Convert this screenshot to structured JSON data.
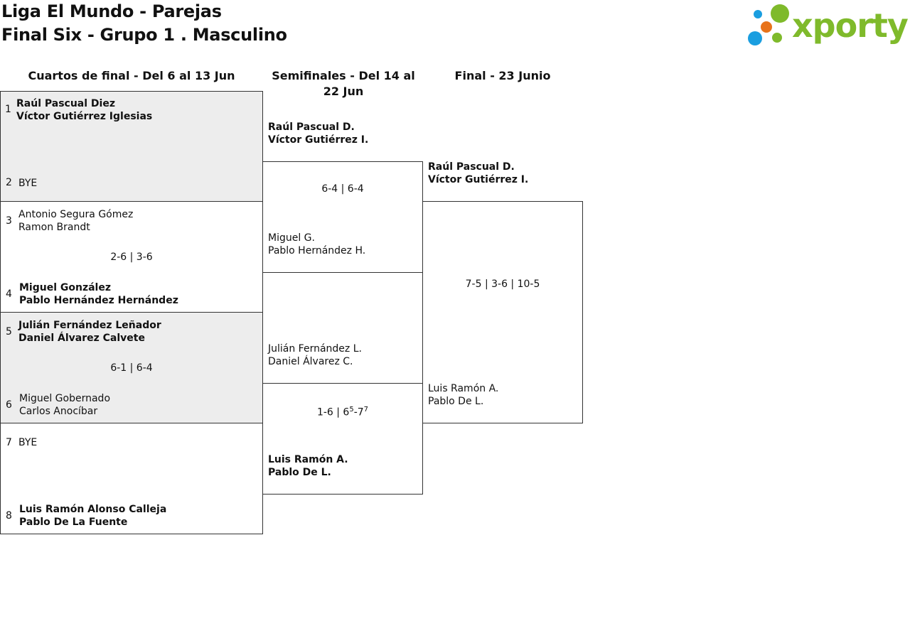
{
  "header": {
    "title_line1": "Liga El Mundo - Parejas",
    "title_line2": "Final Six - Grupo 1 . Masculino",
    "logo_text": "xporty"
  },
  "colors": {
    "brand_green": "#7fba2b",
    "dot_blue": "#1a9ee0",
    "dot_orange": "#e8731a",
    "winner_bg": "#ededed"
  },
  "rounds": {
    "quarterfinals": "Cuartos de final - Del 6 al 13 Jun",
    "semifinals": "Semifinales - Del 14 al 22 Jun",
    "final": "Final - 23 Junio"
  },
  "quarterfinals": [
    {
      "top": {
        "seed": "1",
        "p1": "Raúl Pascual Diez",
        "p2": "Víctor Gutiérrez Iglesias"
      },
      "bottom": {
        "seed": "2",
        "p1": "BYE",
        "p2": ""
      },
      "score": ""
    },
    {
      "top": {
        "seed": "3",
        "p1": "Antonio Segura Gómez",
        "p2": "Ramon Brandt"
      },
      "bottom": {
        "seed": "4",
        "p1": "Miguel González",
        "p2": "Pablo Hernández Hernández"
      },
      "score": "2-6 | 3-6"
    },
    {
      "top": {
        "seed": "5",
        "p1": "Julián Fernández Leñador",
        "p2": "Daniel Álvarez Calvete"
      },
      "bottom": {
        "seed": "6",
        "p1": "Miguel Gobernado",
        "p2": "Carlos Anocíbar"
      },
      "score": "6-1 | 6-4"
    },
    {
      "top": {
        "seed": "7",
        "p1": "BYE",
        "p2": ""
      },
      "bottom": {
        "seed": "8",
        "p1": "Luis Ramón Alonso Calleja",
        "p2": "Pablo De La Fuente"
      },
      "score": ""
    }
  ],
  "semifinals": [
    {
      "top": {
        "p1": "Raúl Pascual D.",
        "p2": "Víctor Gutiérrez I."
      },
      "bottom": {
        "p1": "Miguel G.",
        "p2": "Pablo Hernández H."
      },
      "score": "6-4 | 6-4"
    },
    {
      "top": {
        "p1": "Julián Fernández L.",
        "p2": "Daniel Álvarez C."
      },
      "bottom": {
        "p1": "Luis Ramón A.",
        "p2": "Pablo De L."
      },
      "score_a": "1-6 | 6",
      "score_a_sup": "5",
      "score_b": "-7",
      "score_b_sup": "7"
    }
  ],
  "final": {
    "top": {
      "p1": "Raúl Pascual D.",
      "p2": "Víctor Gutiérrez I."
    },
    "bottom": {
      "p1": "Luis Ramón A.",
      "p2": "Pablo De L."
    },
    "score": "7-5 | 3-6 | 10-5"
  }
}
